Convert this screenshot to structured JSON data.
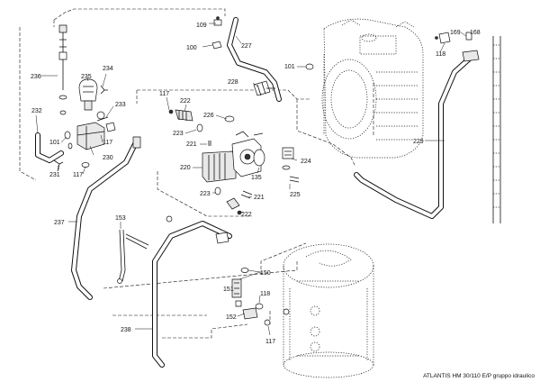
{
  "caption": "ATLANTIS HM 30/110 E/P gruppo idraulico",
  "labels": {
    "l109": "109",
    "l100": "100",
    "l227": "227",
    "l101a": "101",
    "l169": "169",
    "l168": "168",
    "l118a": "118",
    "l236": "236",
    "l235": "235",
    "l234": "234",
    "l228": "228",
    "l117a": "117",
    "l222a": "222",
    "l226": "226",
    "l233": "233",
    "l232": "232",
    "l223a": "223",
    "l101b": "101",
    "l117b": "117",
    "l221a": "221",
    "l229": "229",
    "l230": "230",
    "l231": "231",
    "l117c": "117",
    "l220": "220",
    "l135": "135",
    "l224": "224",
    "l225": "225",
    "l223b": "223",
    "l221b": "221",
    "l222b": "222",
    "l237": "237",
    "l153": "153",
    "l150": "150",
    "l151": "151",
    "l118b": "118",
    "l152": "152",
    "l238": "238",
    "l117d": "117"
  }
}
